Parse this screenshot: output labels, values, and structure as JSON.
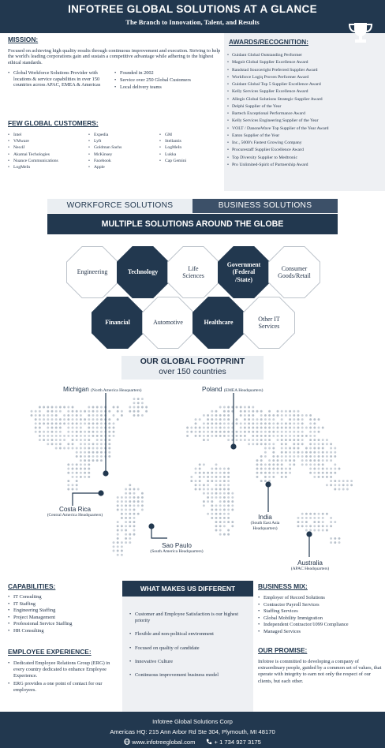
{
  "header": {
    "title": "INFOTREE GLOBAL SOLUTIONS AT A GLANCE",
    "subtitle": "The Branch to Innovation, Talent, and Results"
  },
  "mission": {
    "heading": "MISSION:",
    "text": "Focused on achieving high quality results through continuous improvement and execution. Striving to help the world's leading corporations gain and sustain a competitive advantage while adhering to the highest ethical standards.",
    "bullets_left": [
      "Global Workforce Solutions Provider with locations & service capabilities in over 150 countries across APAC, EMEA & Americas"
    ],
    "bullets_right": [
      "Founded in 2002",
      "Service over 250 Global Customers",
      "Local delivery teams"
    ]
  },
  "customers": {
    "heading": "FEW GLOBAL CUSTOMERS:",
    "col1": [
      "Intel",
      "VMware",
      "Neo4J",
      "Akamai Techologies",
      "Nuance Communications",
      "LogMeIn"
    ],
    "col2": [
      "Expedia",
      "Lyft",
      "Goldman Sachs",
      "McKinsey",
      "Facebook",
      "Apple"
    ],
    "col3": [
      "GM",
      "Stellantis",
      "LogMeIn",
      "Lukka",
      "Cap Gemini"
    ]
  },
  "awards": {
    "heading": "AWARDS/RECOGNITION:",
    "items": [
      "Guidant Global Outstanding Performer",
      "Magnit Global Supplier Excellence Award",
      "Randstad Sourceright Preferred Supplier Award",
      "Workforce Logiq Proven Performer Award",
      "Guidant Global Top 5 Supplier Excellence Award",
      "Kelly Services Supplier Excellence Award",
      "Allegis Global Solutions Strategic Supplier Award",
      "Delphi Supplier of the Year",
      "Bartech Exceptional Performance Award",
      "Kelly Services Engineering Supplier of the Year",
      "VOLT / DanoneWave Top Supplier of the Year Award",
      "Eaton Supplier of the Year",
      "Inc., 5000's Fastest Growing Company",
      "Procurestaff Supplier Excellence Award",
      "Top Diversity Supplier to Medtronic",
      "Pro Unlimited-Spirit of Partnership Award"
    ],
    "icon": "trophy-icon"
  },
  "tabs": [
    "WORKFORCE SOLUTIONS",
    "BUSINESS SOLUTIONS"
  ],
  "multi_banner": "MULTIPLE SOLUTIONS AROUND THE GLOBE",
  "solutions_row1": [
    "Engineering",
    "Technology",
    "Life Sciences",
    "Government (Federal /State)",
    "Consumer Goods/Retail"
  ],
  "solutions_row2": [
    "Financial",
    "Automotive",
    "Healthcare",
    "Other IT Services"
  ],
  "footprint": {
    "title": "OUR GLOBAL FOOTPRINT",
    "subtitle": "over 150 countries",
    "locations": [
      {
        "name": "Michigan",
        "sub": "(North America Heaquarters)"
      },
      {
        "name": "Poland",
        "sub": "(EMEA Headquarters)"
      },
      {
        "name": "Costa Rica",
        "sub": "(Central America Headquarters)"
      },
      {
        "name": "India",
        "sub": "(South East Asia Headquarters)"
      },
      {
        "name": "Sao Paulo",
        "sub": "(South America Headquarters)"
      },
      {
        "name": "Australia",
        "sub": "(APAC Headquarters)"
      }
    ]
  },
  "capabilities": {
    "heading": "CAPABILITIES:",
    "items": [
      "IT Consulting",
      "IT Staffing",
      "Engineering Staffing",
      "Project Management",
      "Professional Service Staffing",
      "HR Consulting"
    ]
  },
  "employee": {
    "heading": "EMPLOYEE EXPERIENCE:",
    "items": [
      "Dedicated Employee Relations Group (ERG) in every country dedicated to enhance Employee Experience.",
      "ERG provides a one point of contact for our employees."
    ]
  },
  "different": {
    "heading": "WHAT MAKES US DIFFERENT",
    "items": [
      "Customer and Employee Satisfaction is our highest priority",
      "Flexible and non-political environment",
      "Focused on quality of candidate",
      "Innovative Culture",
      "Continuous improvement business model"
    ]
  },
  "business_mix": {
    "heading": "BUSINESS MIX:",
    "items": [
      "Employer of Record Solutions",
      "Contractor Payroll Services",
      "Staffing Services",
      "Global Mobility Immigration",
      "Independent Contractor/1099 Compliance",
      "Managed Services"
    ]
  },
  "promise": {
    "heading": "OUR PROMISE:",
    "text": "Infotree is committed to developing a company of extraordinary people, guided by a common set of values, that operate with integrity to earn not only the respect of our clients, but each other."
  },
  "footer": {
    "company": "Infotree Global Solutions Corp",
    "address": "Americas HQ: 215 Ann Arbor Rd Ste 304, Plymouth, MI 48170",
    "website": "www.infotreeglobal.com",
    "phone": "+ 1 734 927 3175",
    "web_icon": "globe-icon",
    "phone_icon": "phone-icon"
  }
}
